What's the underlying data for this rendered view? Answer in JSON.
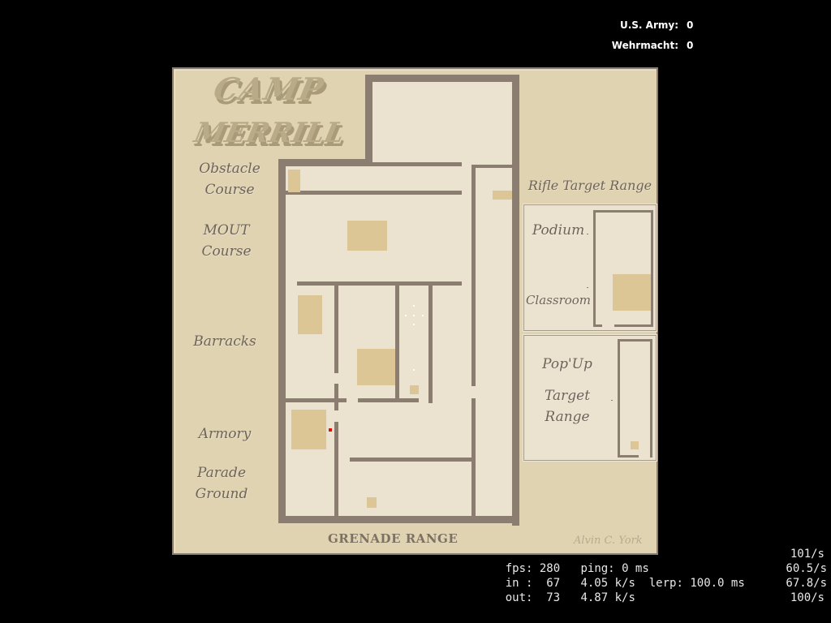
{
  "scoreboard": {
    "teams": [
      {
        "name": "U.S. Army:",
        "score": "0"
      },
      {
        "name": "Wehrmacht:",
        "score": "0"
      }
    ]
  },
  "map": {
    "title_line1": "CAMP",
    "title_line2": "MERRILL",
    "labels": {
      "obstacle_course": [
        "Obstacle",
        "Course"
      ],
      "mout_course": [
        "MOUT",
        "Course"
      ],
      "barracks": "Barracks",
      "armory": "Armory",
      "parade_ground": [
        "Parade",
        "Ground"
      ],
      "rifle_target_range": "Rifle Target Range",
      "podium": "Podium",
      "classroom": "Classroom",
      "popup_target_range": [
        "Pop'Up",
        "Target",
        "Range"
      ],
      "grenade_range": "GRENADE RANGE",
      "signature": "Alvin C. York"
    },
    "colors": {
      "background": "#e0d3b2",
      "floor": "#ebe2cf",
      "wall": "#8b7d6f",
      "crate": "#dcc695",
      "player_marker": "#e01010"
    }
  },
  "netgraph": {
    "fps_label": "fps:",
    "fps": "280",
    "ping_label": "ping:",
    "ping": "0 ms",
    "in_label": "in :",
    "in_count": "67",
    "in_rate": "4.05 k/s",
    "lerp_label": "lerp:",
    "lerp": "100.0 ms",
    "out_label": "out:",
    "out_count": "73",
    "out_rate": "4.87 k/s",
    "right_rates": [
      "101/s",
      "60.5/s",
      "67.8/s",
      "100/s"
    ]
  }
}
